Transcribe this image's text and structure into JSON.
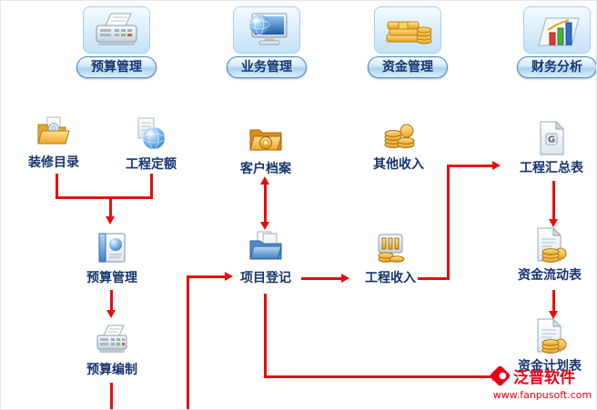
{
  "modules": [
    {
      "label": "预算管理",
      "icon": "printer-fax-icon"
    },
    {
      "label": "业务管理",
      "icon": "globe-monitor-icon"
    },
    {
      "label": "资金管理",
      "icon": "money-stack-icon"
    },
    {
      "label": "财务分析",
      "icon": "bar-chart-3d-icon"
    }
  ],
  "nodes": [
    {
      "label": "装修目录",
      "icon": "yellow-folder-icon"
    },
    {
      "label": "工程定额",
      "icon": "globe-document-icon"
    },
    {
      "label": "客户档案",
      "icon": "orange-folder-lock-icon"
    },
    {
      "label": "其他收入",
      "icon": "gold-coins-icon"
    },
    {
      "label": "工程汇总表",
      "icon": "document-g-icon"
    },
    {
      "label": "预算管理",
      "icon": "blue-book-icon"
    },
    {
      "label": "项目登记",
      "icon": "blue-folder-icon"
    },
    {
      "label": "工程收入",
      "icon": "coins-income-icon"
    },
    {
      "label": "资金流动表",
      "icon": "document-coins-icon"
    },
    {
      "label": "预算编制",
      "icon": "calculator-icon"
    },
    {
      "label": "资金计划表",
      "icon": "document-coins-icon"
    }
  ],
  "watermark": {
    "brand": "泛普软件",
    "url": "www.fanpusoft.com"
  },
  "colors": {
    "arrow": "#e60d0d",
    "label": "#16356f",
    "brand": "#e60012"
  }
}
